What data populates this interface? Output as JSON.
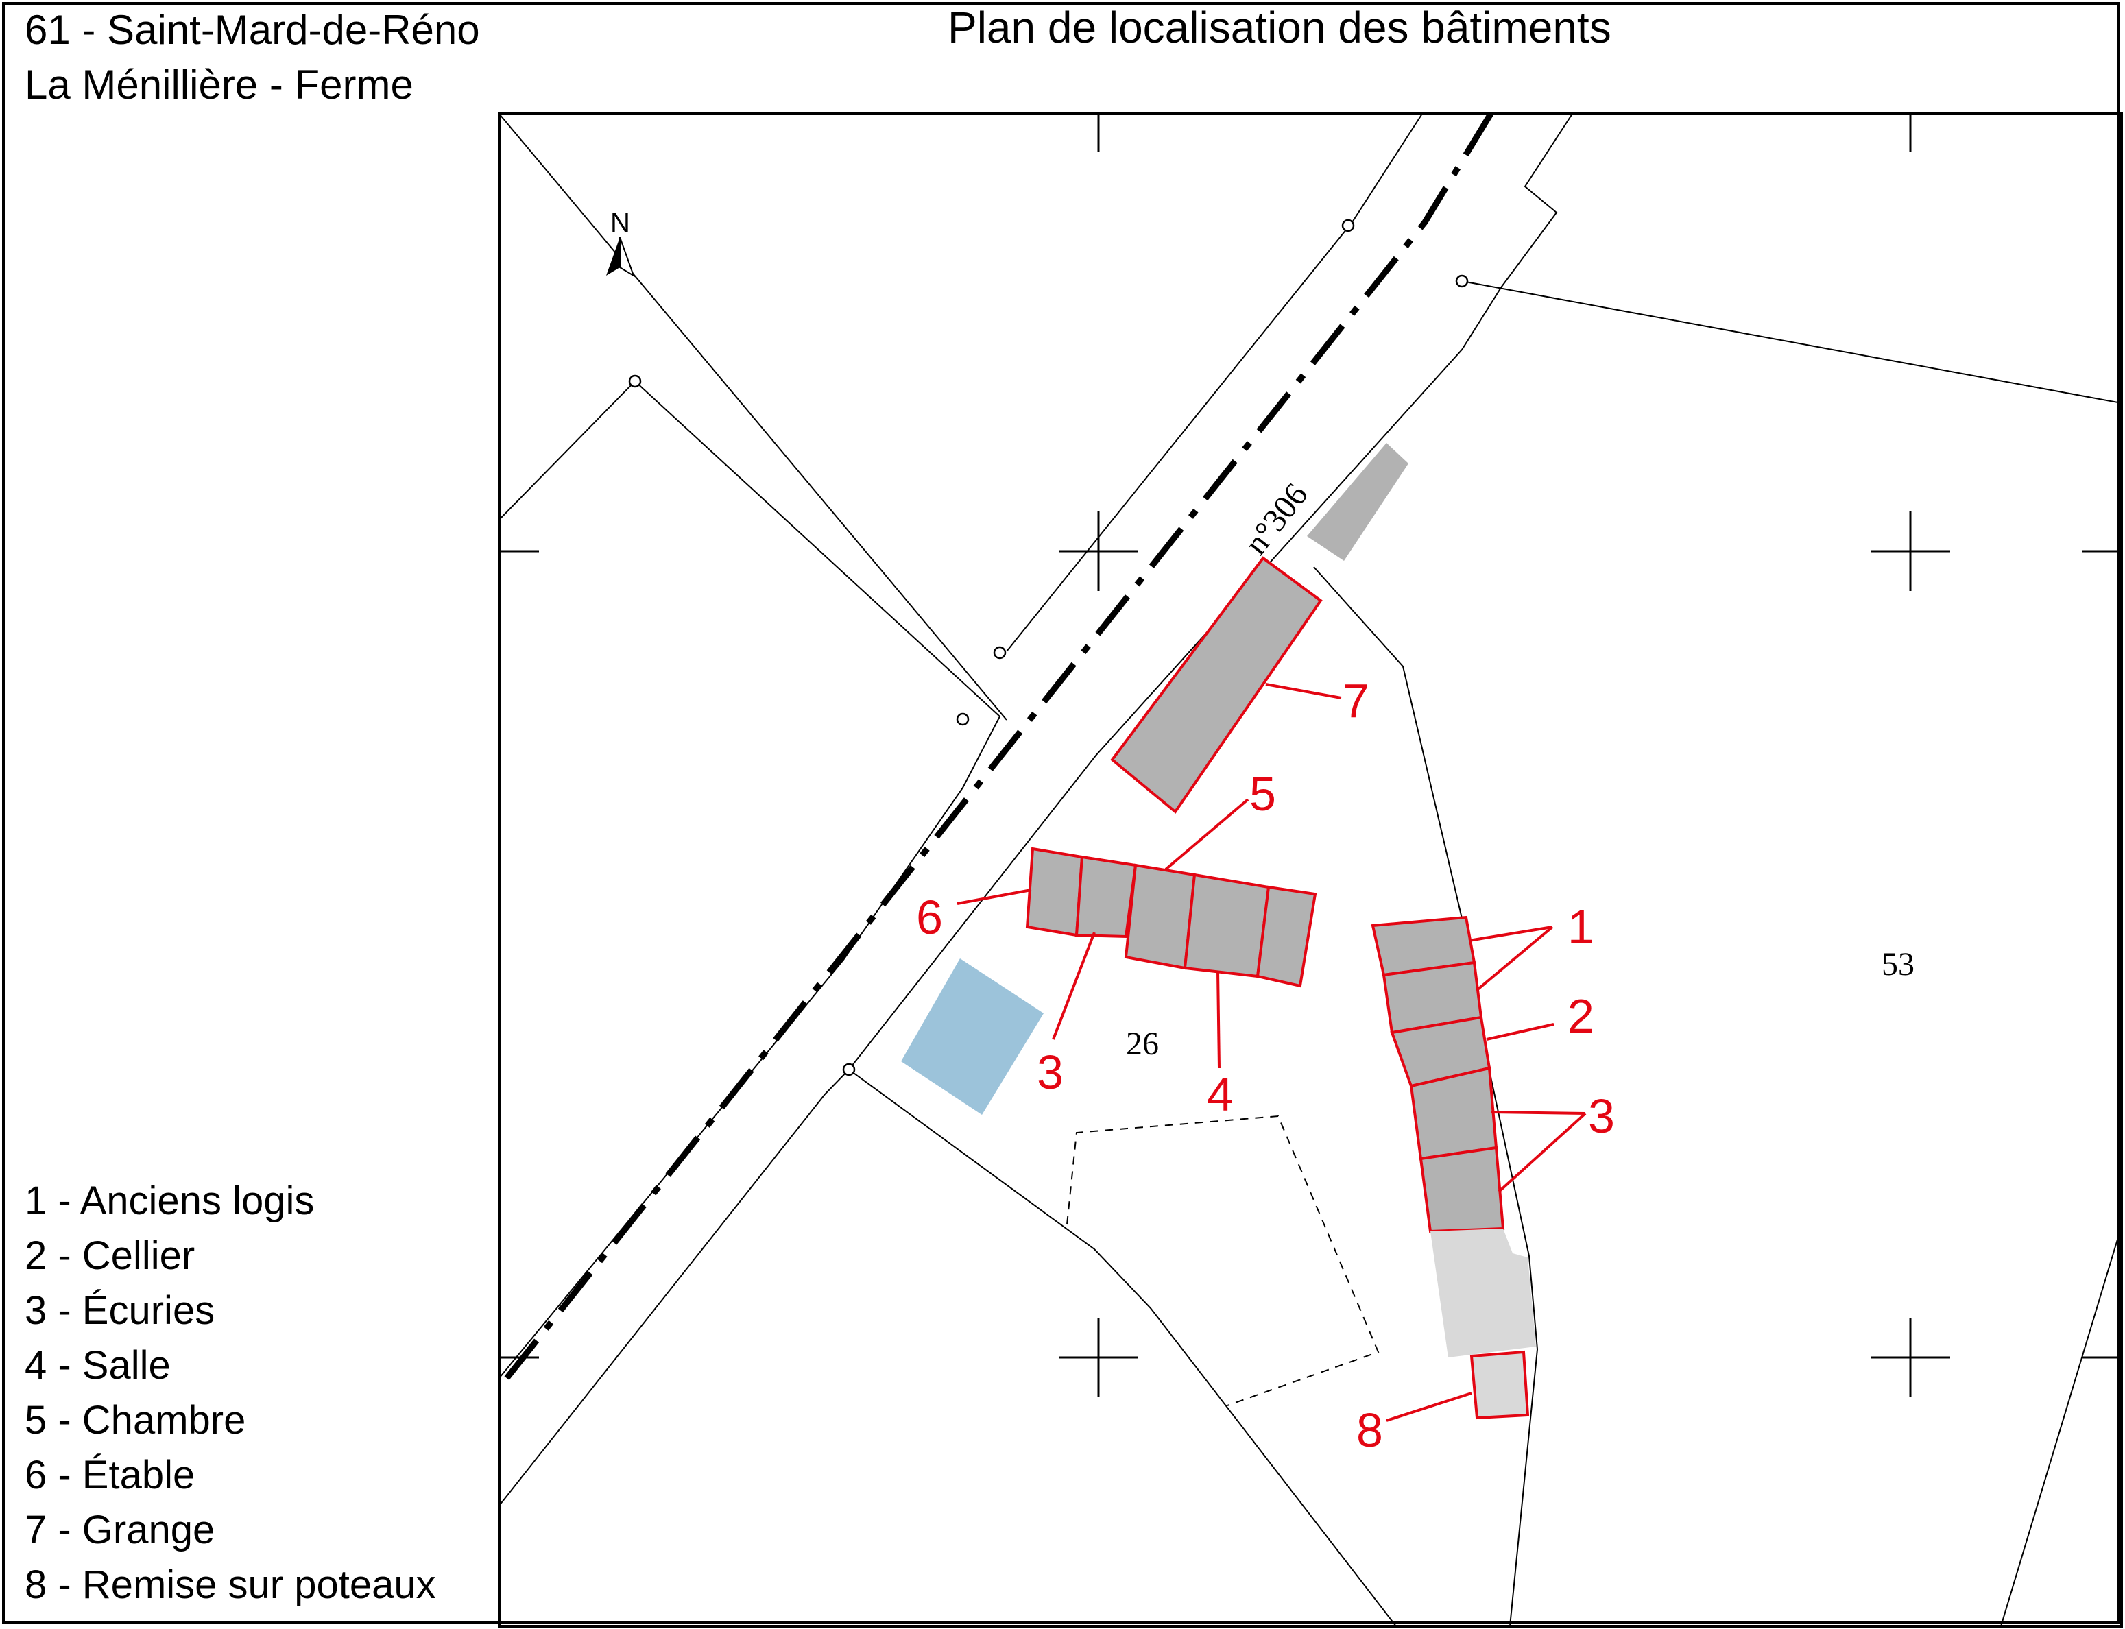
{
  "header": {
    "commune": "61 - Saint-Mard-de-Réno",
    "lieu": "La Ménillière - Ferme",
    "title": "Plan de localisation des bâtiments"
  },
  "legend": [
    "1 - Anciens logis",
    "2 - Cellier",
    "3 - Écuries",
    "4 - Salle",
    "5 - Chambre",
    "6 - Étable",
    "7 - Grange",
    "8 - Remise sur poteaux"
  ],
  "map": {
    "north_label": "N",
    "road_label": "n°306",
    "parcels": [
      "26",
      "53"
    ],
    "callouts": [
      "1",
      "2",
      "3",
      "3",
      "4",
      "5",
      "6",
      "7",
      "8"
    ],
    "colors": {
      "building_fill": "#b2b2b2",
      "building_light": "#d9d9d9",
      "outline_red": "#e30613",
      "pond": "#9cc3da"
    }
  }
}
